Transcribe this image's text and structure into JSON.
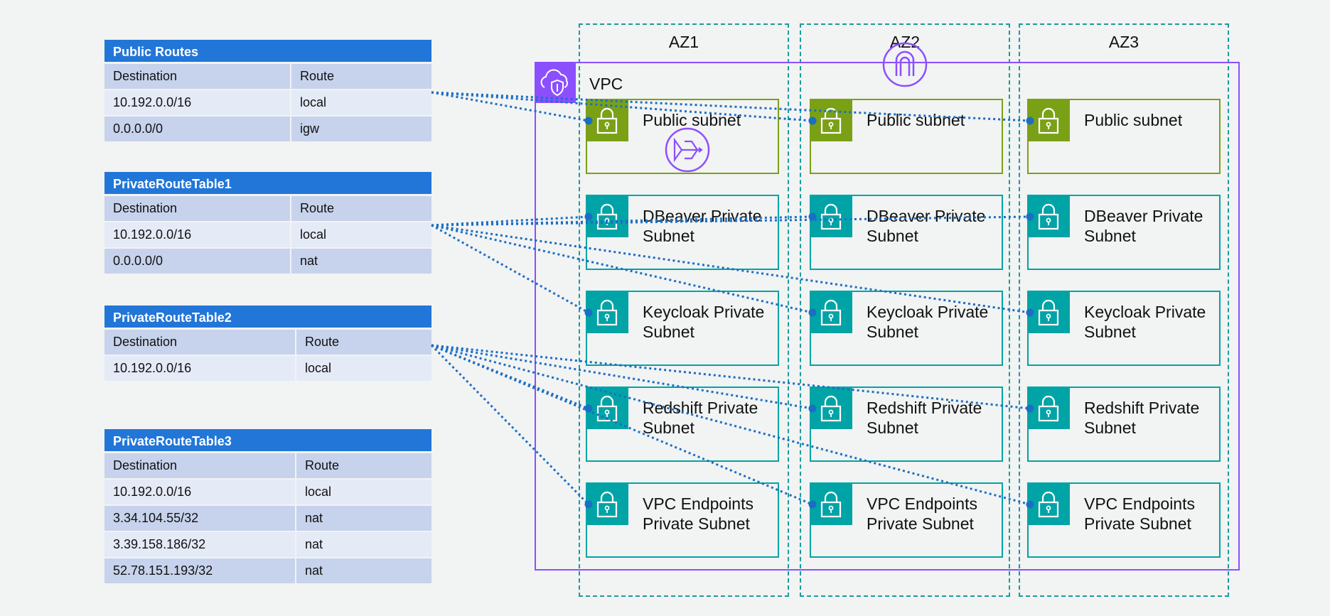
{
  "route_tables": [
    {
      "title": "Public Routes",
      "col_destination": "Destination",
      "col_route": "Route",
      "rows": [
        {
          "destination": "10.192.0.0/16",
          "route": "local"
        },
        {
          "destination": "0.0.0.0/0",
          "route": "igw"
        }
      ]
    },
    {
      "title": "PrivateRouteTable1",
      "col_destination": "Destination",
      "col_route": "Route",
      "rows": [
        {
          "destination": "10.192.0.0/16",
          "route": "local"
        },
        {
          "destination": "0.0.0.0/0",
          "route": "nat"
        }
      ]
    },
    {
      "title": "PrivateRouteTable2",
      "col_destination": "Destination",
      "col_route": "Route",
      "rows": [
        {
          "destination": "10.192.0.0/16",
          "route": "local"
        }
      ]
    },
    {
      "title": "PrivateRouteTable3",
      "col_destination": "Destination",
      "col_route": "Route",
      "rows": [
        {
          "destination": "10.192.0.0/16",
          "route": "local"
        },
        {
          "destination": "3.34.104.55/32",
          "route": "nat"
        },
        {
          "destination": "3.39.158.186/32",
          "route": "nat"
        },
        {
          "destination": "52.78.151.193/32",
          "route": "nat"
        }
      ]
    }
  ],
  "availability_zones": [
    "AZ1",
    "AZ2",
    "AZ3"
  ],
  "vpc_label": "VPC",
  "subnet_rows": [
    {
      "type": "public",
      "label": [
        "Public subnet",
        ""
      ]
    },
    {
      "type": "private",
      "label": [
        "DBeaver Private",
        "Subnet"
      ]
    },
    {
      "type": "private",
      "label": [
        "Keycloak Private",
        "Subnet"
      ]
    },
    {
      "type": "private",
      "label": [
        "Redshift Private",
        "Subnet"
      ]
    },
    {
      "type": "private",
      "label": [
        "VPC Endpoints",
        "Private Subnet"
      ]
    }
  ],
  "icons": {
    "vpc": "vpc-shield-icon",
    "internet_gateway": "internet-gateway-icon",
    "nat_gateway": "nat-gateway-icon",
    "subnet": "padlock-icon"
  },
  "colors": {
    "table_header": "#2176d8",
    "vpc": "#8c4fff",
    "az_border": "#1a9c9c",
    "public_subnet": "#7aa116",
    "private_subnet": "#00a4a6",
    "connector": "#1a6fc4"
  }
}
